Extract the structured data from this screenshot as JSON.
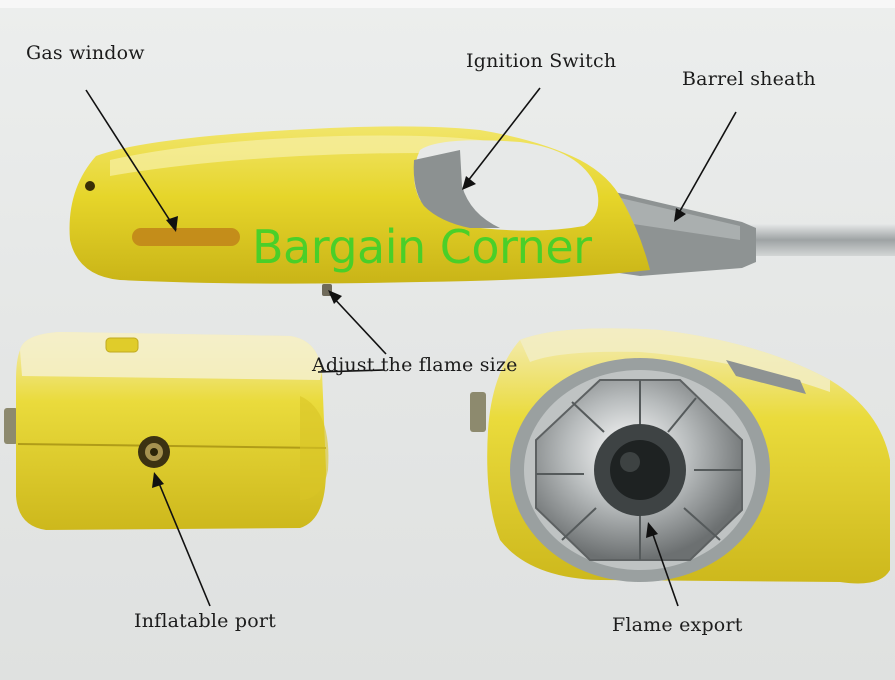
{
  "labels": {
    "gas_window": "Gas window",
    "ignition_switch": "Ignition Switch",
    "barrel_sheath": "Barrel sheath",
    "adjust_flame": "Adjust the flame size",
    "inflatable_port": "Inflatable port",
    "flame_export": "Flame export"
  },
  "watermark": "Bargain Corner",
  "colors": {
    "body_yellow": "#e6d52a",
    "rubber_grey": "#8e9393",
    "steel": "#c7cbcc",
    "watermark_green": "#3fd12a"
  }
}
